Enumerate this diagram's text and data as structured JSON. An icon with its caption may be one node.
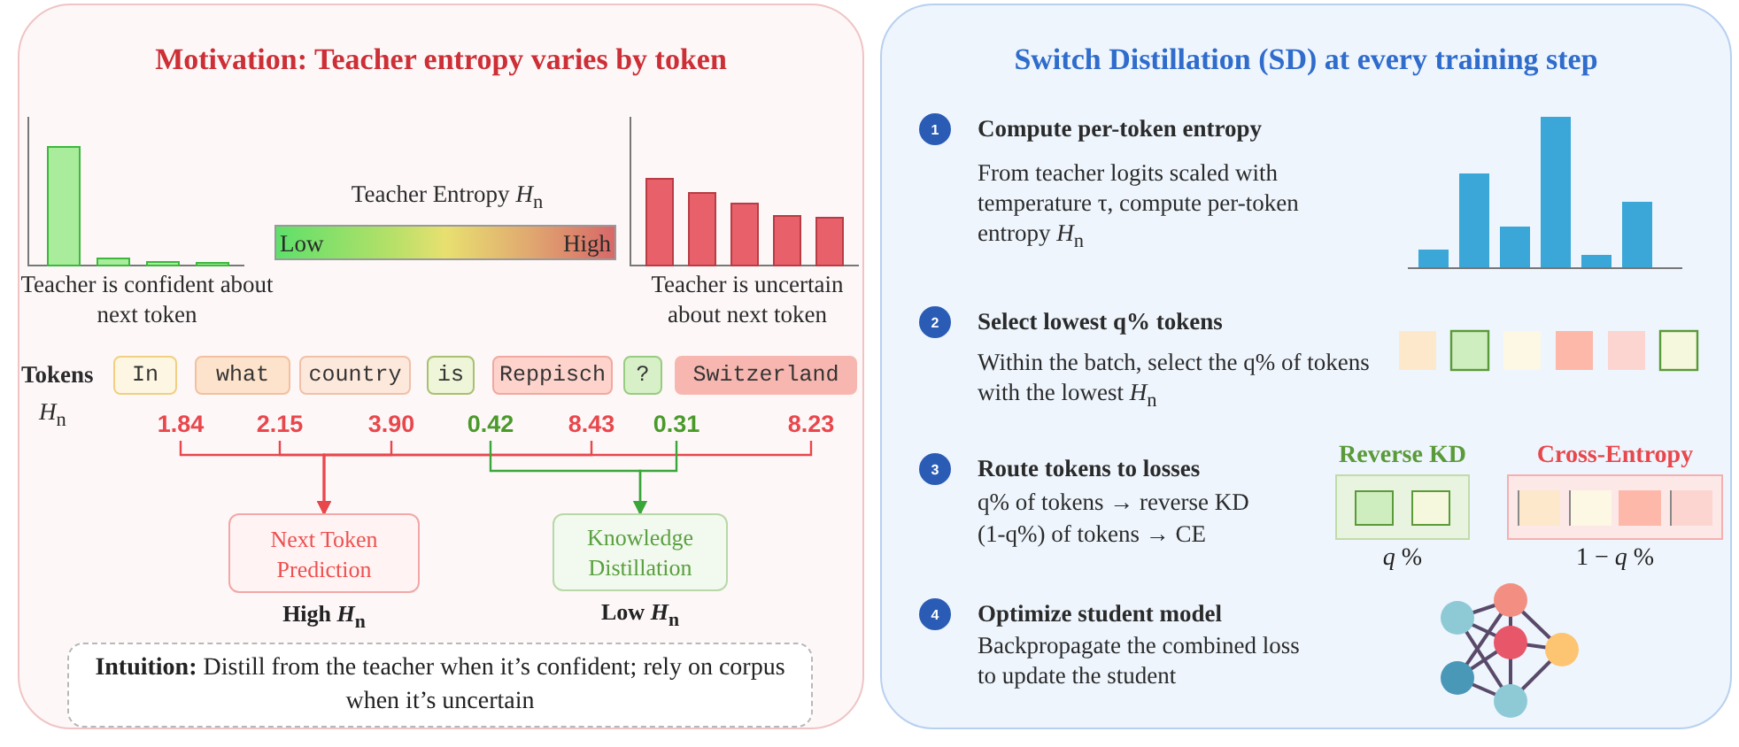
{
  "diagram": {
    "nodes": [
      {
        "text": [
          "Motivation:  Teacher entropy varies by token"
        ]
      },
      {
        "text": [
          "In"
        ],
        "in": 0
      },
      {
        "text": [
          "what"
        ],
        "in": 0
      },
      {
        "text": [
          "country"
        ],
        "in": 0
      },
      {
        "text": [
          "is"
        ],
        "in": 0
      },
      {
        "text": [
          "Reppisch"
        ],
        "in": 0
      },
      {
        "text": [
          "?"
        ],
        "in": 0
      },
      {
        "text": [
          "Switzerland"
        ],
        "in": 0
      },
      {
        "text": [
          "1.84"
        ],
        "in": 0
      },
      {
        "text": [
          "2.15"
        ],
        "in": 0
      },
      {
        "text": [
          "3.90"
        ],
        "in": 0
      },
      {
        "text": [
          "0.42"
        ],
        "in": 0
      },
      {
        "text": [
          "8.43"
        ],
        "in": 0
      },
      {
        "text": [
          "0.31"
        ],
        "in": 0
      },
      {
        "text": [
          "8.23"
        ],
        "in": 0
      },
      {
        "text": [
          "Next Token Prediction"
        ],
        "beside": [
          "High *H*$_{n}$"
        ],
        "in": 0
      },
      {
        "text": [
          "Knowledge Distillation"
        ],
        "beside": [
          "Low *H*$_{n}$"
        ],
        "in": 0
      },
      {
        "text": [
          "**Intuition:** Distill from the teacher when it’s confident; rely on corpus when it’s uncertain"
        ],
        "in": 0
      },
      {
        "text": [
          "Switch Distillation (SD) at every training step"
        ]
      },
      {
        "text": [
          "Reverse KD"
        ],
        "beside": [
          "*q* %"
        ],
        "in": 18
      },
      {
        "text": [
          "Cross-Entropy"
        ],
        "beside": [
          "1 − *q* %"
        ],
        "in": 18
      }
    ],
    "edges": [
      {
        "from": 8,
        "to": 15,
        "arrow": "to",
        "color": "#e8474c"
      },
      {
        "from": 9,
        "to": 15,
        "arrow": "to",
        "color": "#e8474c"
      },
      {
        "from": 10,
        "to": 15,
        "arrow": "to",
        "color": "#e8474c"
      },
      {
        "from": 12,
        "to": 15,
        "arrow": "to",
        "color": "#e8474c"
      },
      {
        "from": 14,
        "to": 15,
        "arrow": "to",
        "color": "#e8474c"
      },
      {
        "from": 11,
        "to": 16,
        "arrow": "to",
        "color": "#3aa63a"
      },
      {
        "from": 13,
        "to": 16,
        "arrow": "to",
        "color": "#3aa63a"
      }
    ],
    "labels": [
      "Teacher Entropy *H*$_{n}$",
      "Low",
      "High",
      "Teacher is confident about next token",
      "Teacher is uncertain about next token",
      "Tokens",
      "*H*$_{n}$",
      "1",
      "Compute per-token entropy",
      "From teacher logits scaled with temperature τ, compute per-token entropy *H*$_{n}$",
      "2",
      "Select lowest q% tokens",
      "Within the batch, select the q% of tokens with the lowest *H*$_{n}$",
      "3",
      "Route tokens to losses",
      "q% of tokens → reverse KD",
      "(1-q%) of tokens → CE",
      "4",
      "Optimize student model",
      "Backpropagate the combined loss to update the student"
    ]
  }
}
